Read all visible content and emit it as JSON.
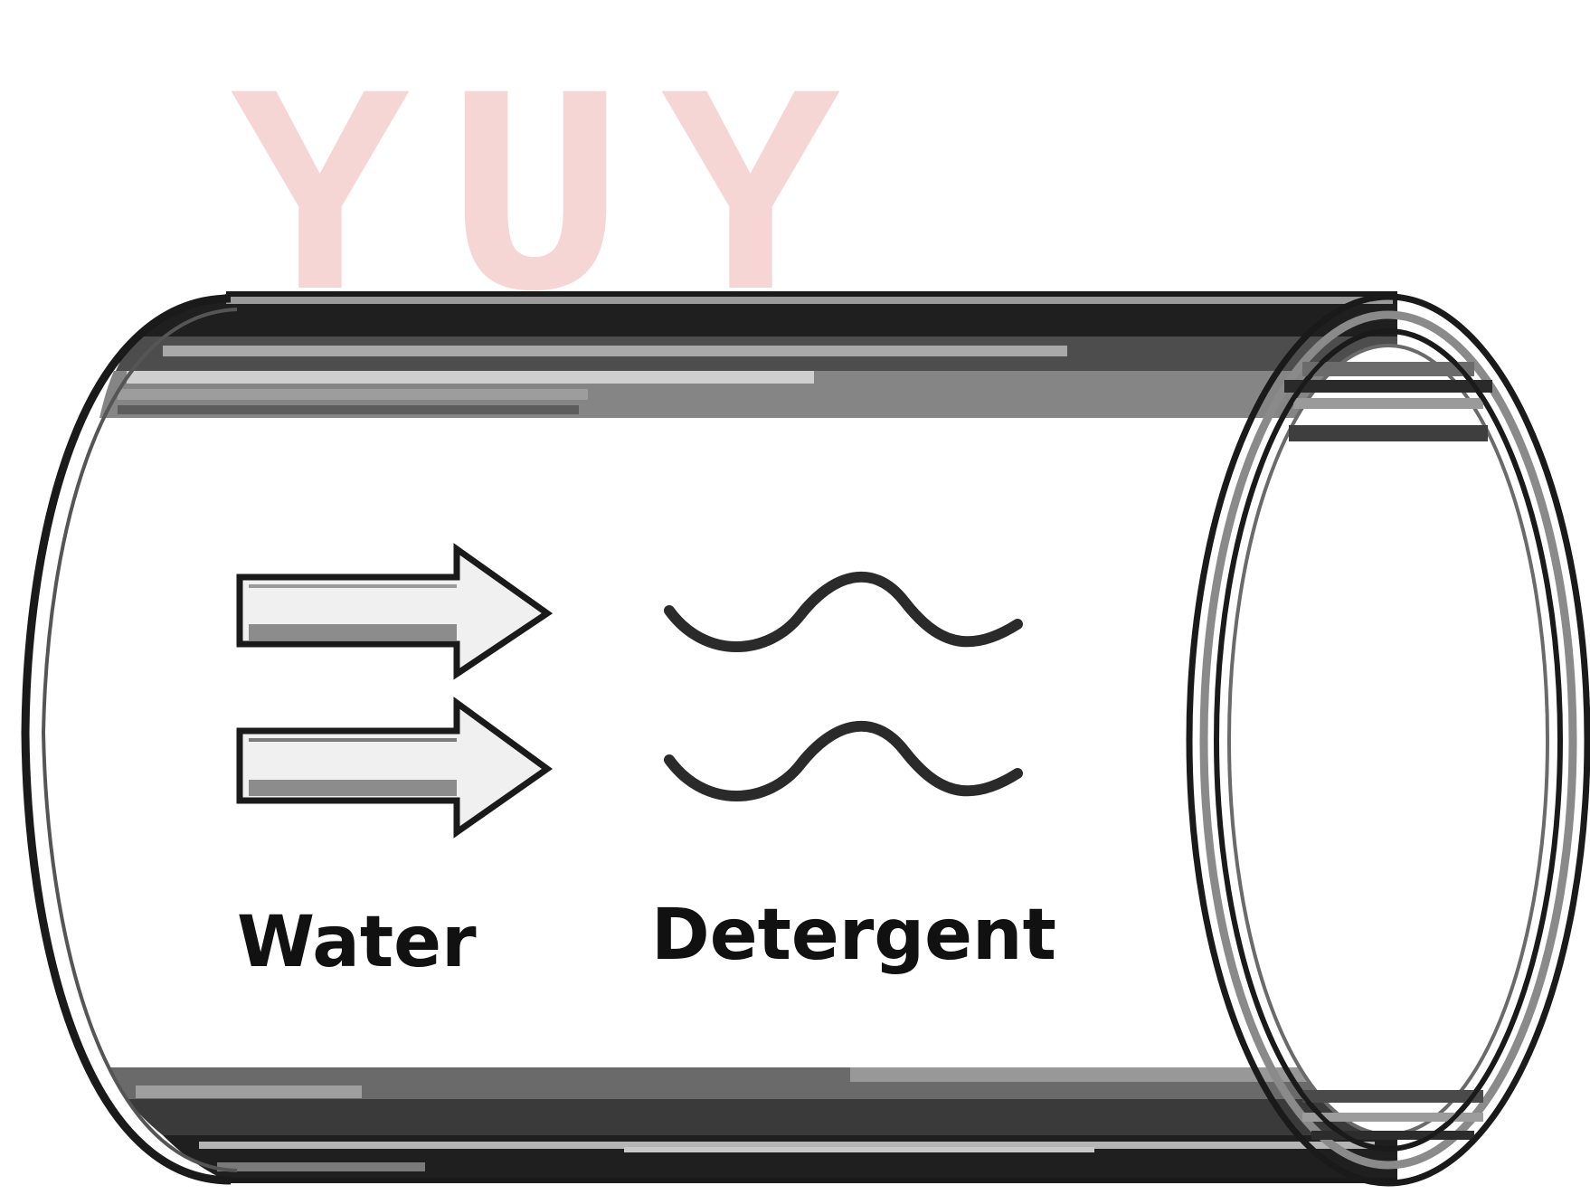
{
  "watermark": {
    "text": "YUY",
    "color": "#f6d5d5"
  },
  "diagram": {
    "labels": {
      "water": "Water",
      "detergent": "Detergent"
    },
    "colors": {
      "outline": "#1a1a1a",
      "band_dark": "#2a2a2a",
      "band_mid": "#7a7a7a",
      "band_light": "#b5b5b5",
      "arrow_fill": "#f0f0f0",
      "arrow_shade": "#8c8c8c"
    },
    "icons": [
      "water-arrow-icon",
      "detergent-wave-icon"
    ]
  }
}
